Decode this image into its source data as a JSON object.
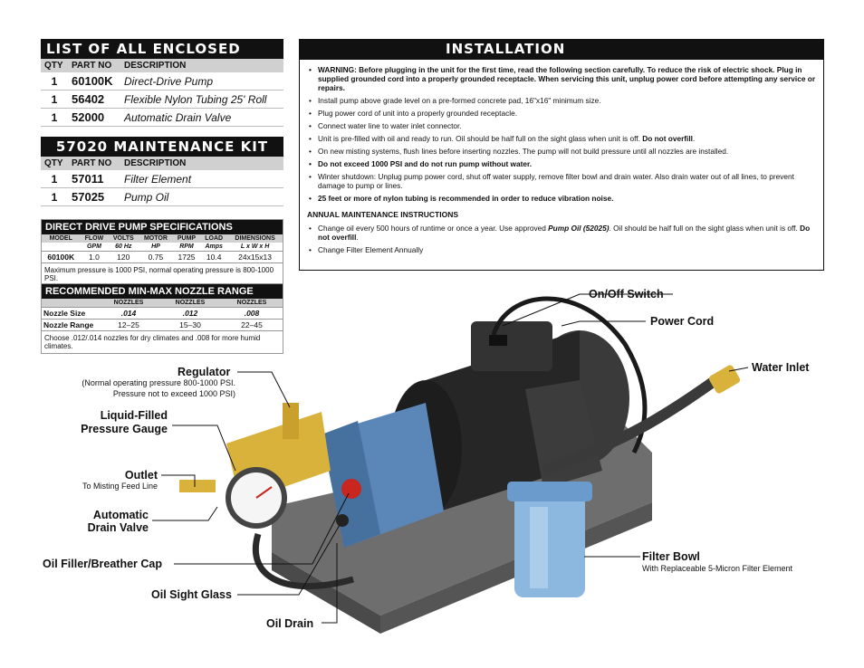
{
  "parts": {
    "title": "LIST OF ALL ENCLOSED PARTS",
    "columns": [
      "QTY",
      "PART NO",
      "DESCRIPTION"
    ],
    "rows": [
      {
        "qty": "1",
        "part": "60100K",
        "desc": "Direct-Drive Pump"
      },
      {
        "qty": "1",
        "part": "56402",
        "desc": "Flexible Nylon Tubing 25' Roll"
      },
      {
        "qty": "1",
        "part": "52000",
        "desc": "Automatic Drain Valve"
      }
    ]
  },
  "kit": {
    "title": "57020 MAINTENANCE KIT",
    "columns": [
      "QTY",
      "PART NO",
      "DESCRIPTION"
    ],
    "rows": [
      {
        "qty": "1",
        "part": "57011",
        "desc": "Filter Element"
      },
      {
        "qty": "1",
        "part": "57025",
        "desc": "Pump Oil"
      }
    ]
  },
  "specs": {
    "title": "DIRECT DRIVE PUMP SPECIFICATIONS",
    "columns": [
      "MODEL",
      "FLOW",
      "VOLTS",
      "MOTOR",
      "PUMP",
      "LOAD",
      "DIMENSIONS"
    ],
    "units": [
      "",
      "GPM",
      "60 Hz",
      "HP",
      "RPM",
      "Amps",
      "L x W x H"
    ],
    "row": [
      "60100K",
      "1.0",
      "120",
      "0.75",
      "1725",
      "10.4",
      "24x15x13"
    ],
    "note": "Maximum pressure is 1000 PSI, normal operating pressure is 800-1000 PSI."
  },
  "nozzles": {
    "title": "RECOMMENDED MIN-MAX NOZZLE RANGE",
    "columns": [
      "",
      "NOZZLES",
      "NOZZLES",
      "NOZZLES"
    ],
    "size_label": "Nozzle Size",
    "sizes": [
      ".014",
      ".012",
      ".008"
    ],
    "range_label": "Nozzle Range",
    "ranges": [
      "12–25",
      "15–30",
      "22–45"
    ],
    "note": "Choose .012/.014 nozzles for dry climates and .008 for more humid climates."
  },
  "install": {
    "title": "INSTALLATION INSTRUCTIONS",
    "items": [
      {
        "bold": true,
        "text": "WARNING: Before plugging in the unit for the first time, read the following section carefully. To reduce the risk of electric shock. Plug in supplied grounded cord into a properly grounded receptacle. When servicing this unit, unplug power cord before attempting any service or repairs."
      },
      {
        "bold": false,
        "text": "Install pump above grade level on a pre-formed concrete pad, 16\"x16\" minimum size."
      },
      {
        "bold": false,
        "text": "Plug power cord of unit into a properly grounded receptacle."
      },
      {
        "bold": false,
        "text": "Connect water line to water inlet connector."
      },
      {
        "bold": false,
        "text": "Unit is pre-filled with oil and ready to run. Oil should be half full on the sight glass when unit is off.",
        "tail": "Do not overfill"
      },
      {
        "bold": false,
        "text": "On new misting systems, flush lines before inserting nozzles. The pump will not build pressure until all nozzles are installed."
      },
      {
        "bold": true,
        "text": "Do not exceed 1000 PSI and do not run pump without water."
      },
      {
        "bold": false,
        "text": "Winter shutdown: Unplug pump power cord, shut off water supply, remove filter bowl and drain water. Also drain water out of all lines, to prevent damage to pump or lines."
      },
      {
        "bold": true,
        "text": "25 feet or more of nylon tubing is recommended in order to reduce vibration noise."
      }
    ],
    "maint_title": "ANNUAL MAINTENANCE INSTRUCTIONS",
    "maint1_a": "Change oil every 500 hours of runtime or once a year. Use approved",
    "maint1_b": "Pump Oil (52025)",
    "maint1_c": ". Oil should be half full on the sight glass when unit is off.",
    "maint1_d": "Do not overfill",
    "maint2": "Change Filter Element Annually"
  },
  "labels": {
    "on_off": "On/Off Switch",
    "power": "Power Cord",
    "water": "Water Inlet",
    "regulator": "Regulator",
    "regulator_sub1": "(Normal operating pressure 800-1000 PSI.",
    "regulator_sub2": "Pressure not to exceed 1000 PSI)",
    "gauge1": "Liquid-Filled",
    "gauge2": "Pressure Gauge",
    "outlet": "Outlet",
    "outlet_sub": "To Misting Feed Line",
    "drain1": "Automatic",
    "drain2": "Drain Valve",
    "filler": "Oil Filler/Breather Cap",
    "sight": "Oil Sight Glass",
    "oil_drain": "Oil Drain",
    "filter": "Filter Bowl",
    "filter_sub": "With Replaceable 5-Micron Filter Element"
  },
  "colors": {
    "motor": "#2a2a2a",
    "pump_head": "#5a86b8",
    "brass": "#d8b23a",
    "bowl": "#8cb8e0"
  }
}
